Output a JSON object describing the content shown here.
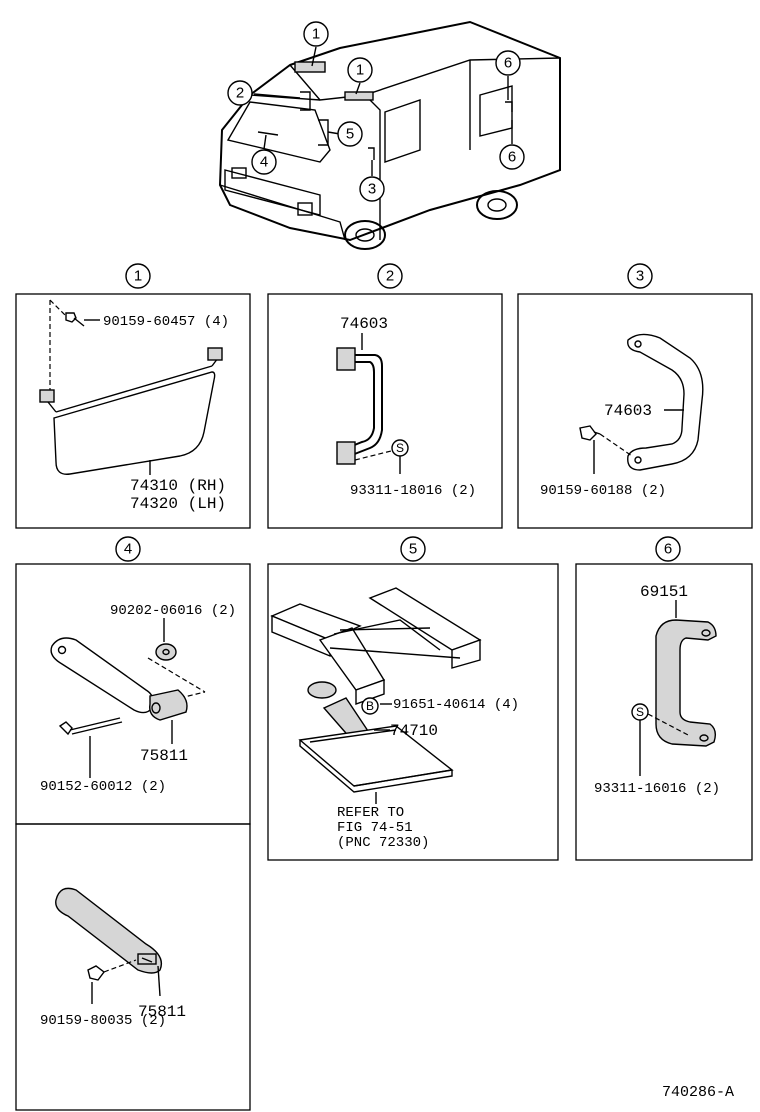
{
  "callouts": {
    "n1": "1",
    "n2": "2",
    "n3": "3",
    "n4": "4",
    "n5": "5",
    "n6": "6"
  },
  "panels": {
    "p1": {
      "part_a": "90159-60457 (4)",
      "part_b": "74310 (RH)",
      "part_c": "74320 (LH)"
    },
    "p2": {
      "part_a": "74603",
      "part_b": "93311-18016 (2)",
      "symbol": "S"
    },
    "p3": {
      "part_a": "74603",
      "part_b": "90159-60188 (2)"
    },
    "p4": {
      "part_a": "90202-06016 (2)",
      "part_b": "75811",
      "part_c": "90152-60012 (2)"
    },
    "p4b": {
      "part_a": "75811",
      "part_b": "90159-80035 (2)"
    },
    "p5": {
      "part_a": "91651-40614 (4)",
      "part_b": "74710",
      "symbol": "B",
      "ref_1": "REFER TO",
      "ref_2": "FIG 74-51",
      "ref_3": "(PNC 72330)"
    },
    "p6": {
      "part_a": "69151",
      "part_b": "93311-16016 (2)",
      "symbol": "S"
    }
  },
  "sheet_id": "740286-A"
}
